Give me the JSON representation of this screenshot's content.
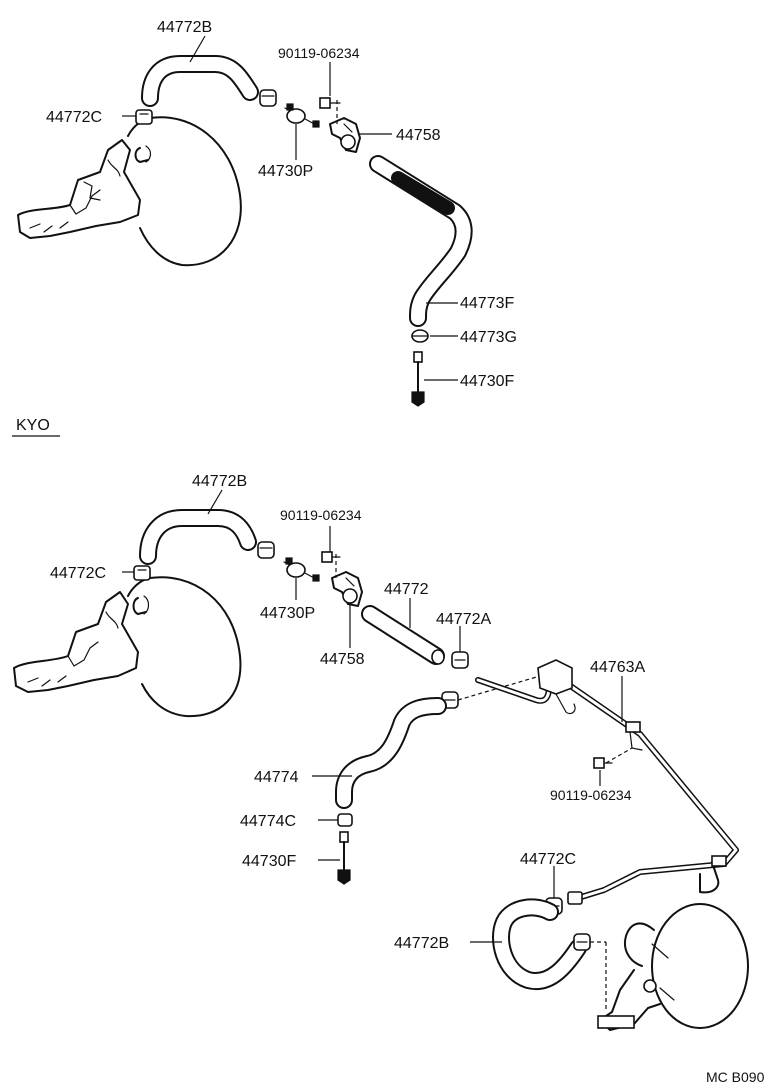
{
  "top": {
    "labels": {
      "hose_b": "44772B",
      "bolt": "90119-06234",
      "clip_c": "44772C",
      "valve_p": "44730P",
      "bracket": "44758",
      "hose_f": "44773F",
      "clip_g": "44773G",
      "union_f": "44730F"
    }
  },
  "section_tag": "KYO",
  "bottom": {
    "labels": {
      "hose_b": "44772B",
      "bolt": "90119-06234",
      "clip_c": "44772C",
      "valve_p": "44730P",
      "bracket": "44758",
      "hose": "44772",
      "clip_a": "44772A",
      "pipe_a": "44763A",
      "bolt2": "90119-06234",
      "hose_74": "44774",
      "clip_74c": "44774C",
      "union_f": "44730F",
      "clip_c2": "44772C",
      "hose_b2": "44772B"
    }
  },
  "figure_code": "MC B090"
}
